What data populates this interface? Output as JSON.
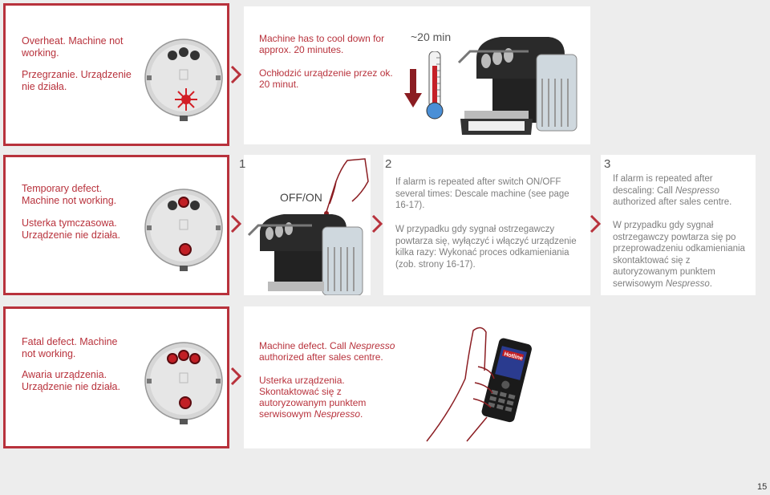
{
  "row1": {
    "label_en": "Overheat. Machine not working.",
    "label_pl": "Przegrzanie. Urządzenie nie działa.",
    "desc_en": "Machine has to cool down for approx. 20 minutes.",
    "desc_pl": "Ochłodzić urządzenie przez ok. 20 minut.",
    "time_label": "~20 min"
  },
  "row2": {
    "label_en": "Temporary defect. Machine not working.",
    "label_pl": "Usterka tymczasowa. Urządzenie nie działa.",
    "step1_num": "1",
    "step1_label": "OFF/ON",
    "step2_num": "2",
    "step2_en": "If alarm is repeated after switch ON/OFF several times: Descale machine (see page 16-17).",
    "step2_pl": "W przypadku gdy sygnał ostrzegawczy powtarza się, wyłączyć i włączyć urządzenie kilka razy: Wykonać proces odkamieniania (zob. strony 16-17).",
    "step3_num": "3",
    "step3_en_a": "If alarm is repeated after descaling: Call ",
    "step3_en_brand": "Nespresso",
    "step3_en_b": " authorized after sales centre.",
    "step3_pl_a": "W przypadku gdy sygnał ostrzegawczy powtarza się po przeprowadzeniu odkamieniania skontaktować się z autoryzowanym punktem serwisowym ",
    "step3_pl_brand": "Nespresso",
    "step3_pl_b": "."
  },
  "row3": {
    "label_en": "Fatal defect. Machine not working.",
    "label_pl": "Awaria urządzenia. Urządzenie nie działa.",
    "desc_en_a": "Machine defect. Call ",
    "desc_en_brand": "Nespresso",
    "desc_en_b": " authorized after sales centre.",
    "desc_pl_a": "Usterka urządzenia. Skontaktować się z autoryzowanym punktem serwisowym ",
    "desc_pl_brand": "Nespresso",
    "desc_pl_b": ".",
    "phone_label": "Hotline"
  },
  "page_number": "15",
  "colors": {
    "accent": "#b8323c",
    "background": "#ededed",
    "text_gray": "#7e7e7e"
  },
  "icons": [
    "warning-light-icon",
    "arrow-right-icon",
    "thermometer-icon",
    "down-arrow-icon",
    "machine-icon",
    "hand-icon",
    "phone-icon"
  ]
}
